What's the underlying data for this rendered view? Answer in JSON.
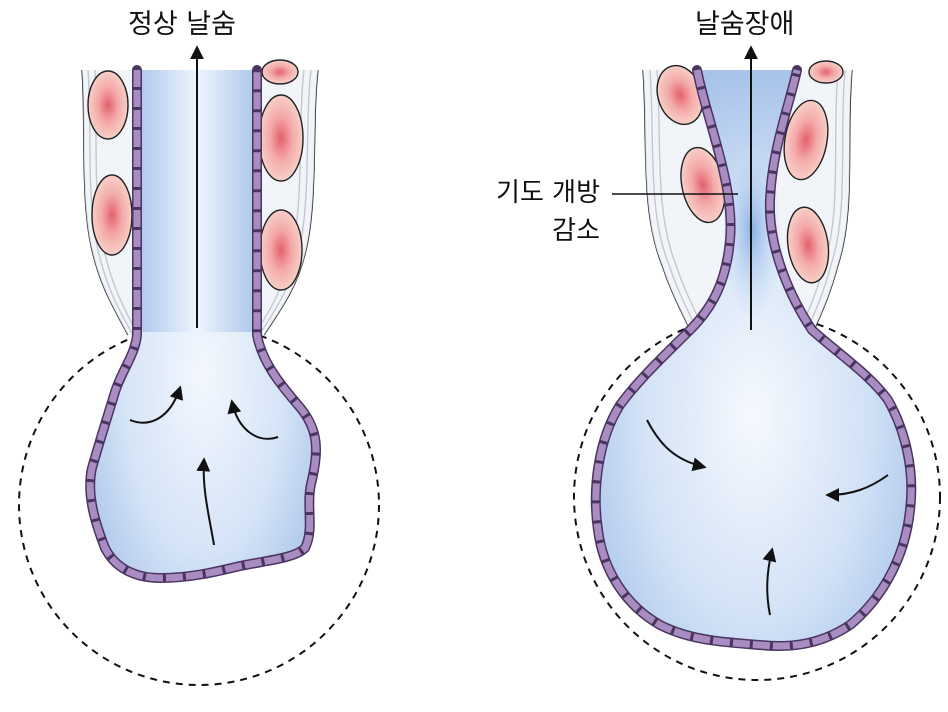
{
  "panels": {
    "normal": {
      "title": "정상 날숨"
    },
    "obstructed": {
      "title": "날숨장애",
      "annotation_line1": "기도 개방",
      "annotation_line2": "감소"
    }
  },
  "colors": {
    "lumen_light": "#f2f7fe",
    "lumen_blue": "#b4cdee",
    "epithelium_fill": "#a98cc2",
    "epithelium_stroke": "#4a3560",
    "cell_fill": "#f6c5c0",
    "cell_core": "#e8707a",
    "outline": "#1a1a1a"
  }
}
